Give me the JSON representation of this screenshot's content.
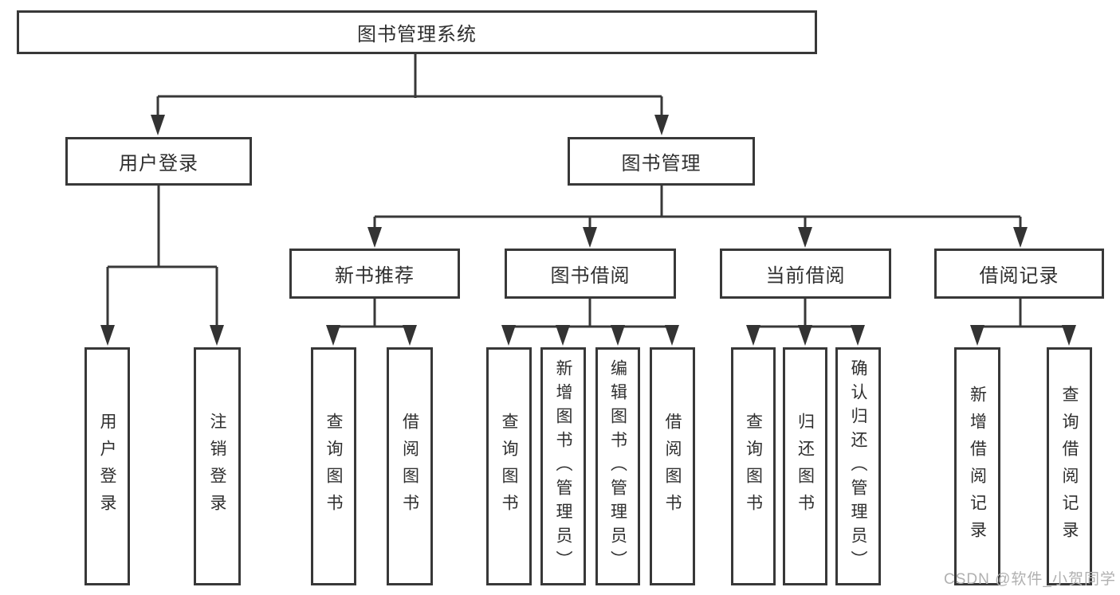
{
  "diagram": {
    "type": "tree",
    "title": "图书管理系统",
    "watermark": "CSDN @软件_小贺同学",
    "colors": {
      "line": "#383838",
      "box_border": "#383838",
      "box_background": "#ffffff",
      "text": "#2f2f2f",
      "watermark": "#b0b0b0"
    },
    "nodes": {
      "root": {
        "label": "图书管理系统"
      },
      "user_login": {
        "label": "用户登录"
      },
      "book_mgmt": {
        "label": "图书管理"
      },
      "new_book_rec": {
        "label": "新书推荐"
      },
      "book_borrow": {
        "label": "图书借阅"
      },
      "current_borrow": {
        "label": "当前借阅"
      },
      "borrow_records": {
        "label": "借阅记录"
      },
      "leaf_user_login": {
        "label": "用户登录"
      },
      "leaf_logout": {
        "label": "注销登录"
      },
      "leaf_rec_query": {
        "label": "查询图书"
      },
      "leaf_rec_borrow": {
        "label": "借阅图书"
      },
      "leaf_bb_query": {
        "label": "查询图书"
      },
      "leaf_bb_add": {
        "label": "新增图书（管理员）"
      },
      "leaf_bb_edit": {
        "label": "编辑图书（管理员）"
      },
      "leaf_bb_borrow": {
        "label": "借阅图书"
      },
      "leaf_cb_query": {
        "label": "查询图书"
      },
      "leaf_cb_return": {
        "label": "归还图书"
      },
      "leaf_cb_confirm": {
        "label": "确认归还（管理员）"
      },
      "leaf_br_add": {
        "label": "新增借阅记录"
      },
      "leaf_br_query": {
        "label": "查询借阅记录"
      }
    },
    "hierarchy": {
      "root": [
        "user_login",
        "book_mgmt"
      ],
      "user_login": [
        "leaf_user_login",
        "leaf_logout"
      ],
      "book_mgmt": [
        "new_book_rec",
        "book_borrow",
        "current_borrow",
        "borrow_records"
      ],
      "new_book_rec": [
        "leaf_rec_query",
        "leaf_rec_borrow"
      ],
      "book_borrow": [
        "leaf_bb_query",
        "leaf_bb_add",
        "leaf_bb_edit",
        "leaf_bb_borrow"
      ],
      "current_borrow": [
        "leaf_cb_query",
        "leaf_cb_return",
        "leaf_cb_confirm"
      ],
      "borrow_records": [
        "leaf_br_add",
        "leaf_br_query"
      ]
    }
  }
}
